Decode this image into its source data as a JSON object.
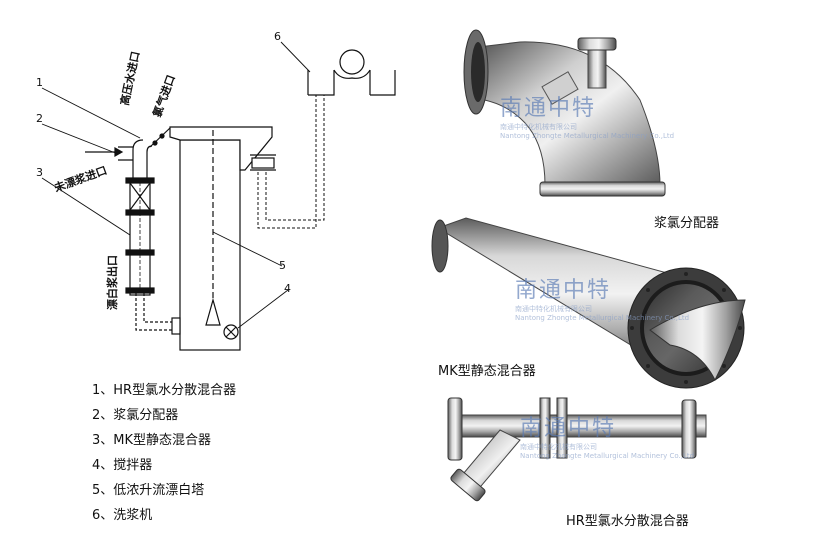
{
  "diagram": {
    "callouts": [
      "1",
      "2",
      "3",
      "4",
      "5",
      "6"
    ],
    "inlet_labels": {
      "hp_water": "高压水进口",
      "chlorine": "氯气进口",
      "unbleached_pulp": "未漂浆进口",
      "bleached_pulp": "漂白浆出口"
    },
    "legend": [
      "1、HR型氯水分散混合器",
      "2、浆氯分配器",
      "3、MK型静态混合器",
      "4、搅拌器",
      "5、低浓升流漂白塔",
      "6、洗浆机"
    ]
  },
  "photos": {
    "captions": [
      "浆氯分配器",
      "MK型静态混合器",
      "HR型氯水分散混合器"
    ],
    "watermark": {
      "name": "南通中特",
      "subtitle": "南通中特化机械有限公司",
      "english": "Nantong Zhongte Metallurgical Machinery Co.,Ltd"
    }
  }
}
